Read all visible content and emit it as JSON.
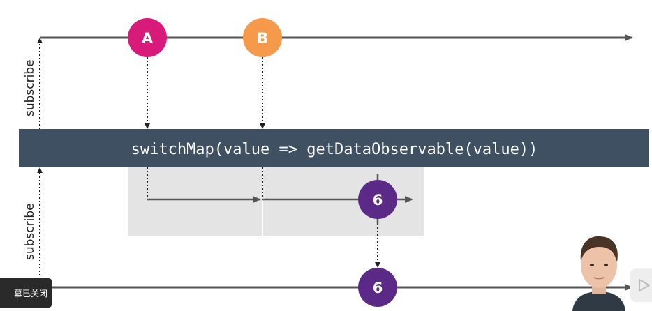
{
  "diagram": {
    "operator": "switchMap(value => getDataObservable(value))",
    "side_labels": [
      "subscribe",
      "subscribe"
    ],
    "source_marbles": [
      {
        "label": "A",
        "color": "#d81b7a"
      },
      {
        "label": "B",
        "color": "#f59a4a"
      }
    ],
    "inner_marbles": [
      {
        "label": "6",
        "color": "#5b2a86"
      }
    ],
    "output_marbles": [
      {
        "label": "6",
        "color": "#5b2a86"
      }
    ],
    "colors": {
      "operator_bar": "#3f5063",
      "operator_text": "#ffffff",
      "timeline": "#555555",
      "inner_panel": "#e4e4e4",
      "connector": "#222222"
    }
  },
  "overlay": {
    "toast_text": "幕已关闭"
  }
}
